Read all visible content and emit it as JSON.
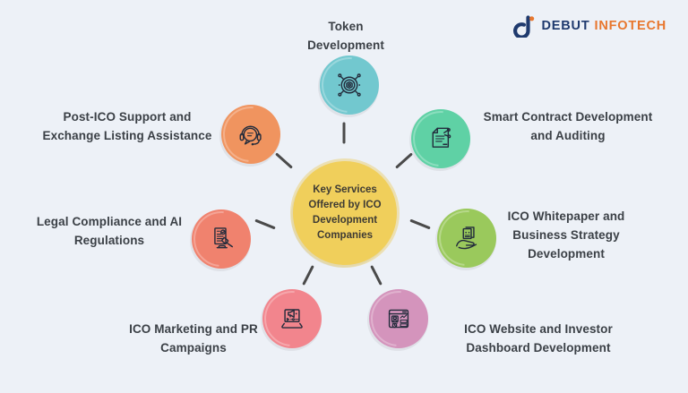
{
  "page": {
    "background": "#EDF1F7"
  },
  "logo": {
    "name_primary": "DEBUT",
    "name_secondary": "INFOTECH",
    "primary_color": "#1F3A6E",
    "secondary_color": "#E8772E"
  },
  "center": {
    "title": "Key Services Offered by ICO Development Companies",
    "color": "#F0CF5B"
  },
  "connector_color": "#4A4A4A",
  "nodes": [
    {
      "id": "token-development",
      "label": "Token Development",
      "color": "#72C8CF",
      "icon": "token-icon"
    },
    {
      "id": "smart-contract",
      "label": "Smart Contract Development and Auditing",
      "color": "#5FD1A5",
      "icon": "smart-contract-document-icon"
    },
    {
      "id": "ico-whitepaper",
      "label": "ICO Whitepaper and Business Strategy Development",
      "color": "#9AC95C",
      "icon": "hand-holding-documents-icon"
    },
    {
      "id": "ico-website",
      "label": "ICO Website and Investor Dashboard Development",
      "color": "#D494BC",
      "icon": "investor-dashboard-icon"
    },
    {
      "id": "ico-marketing",
      "label": "ICO Marketing and PR Campaigns",
      "color": "#F2858D",
      "icon": "laptop-megaphone-icon"
    },
    {
      "id": "legal-compliance",
      "label": "Legal Compliance and AI Regulations",
      "color": "#F0826E",
      "icon": "legal-document-gavel-icon"
    },
    {
      "id": "post-ico-support",
      "label": "Post-ICO Support and Exchange Listing Assistance",
      "color": "#F0945F",
      "icon": "support-headset-icon"
    }
  ]
}
